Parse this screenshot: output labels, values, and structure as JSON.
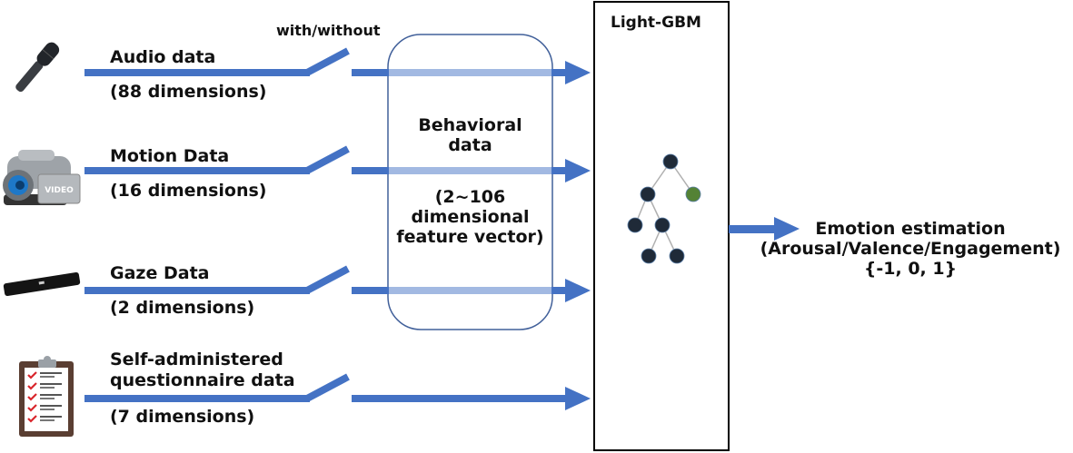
{
  "colors": {
    "line": "#4472c4",
    "line_light": "#a2b9e2",
    "box_border": "#000000",
    "container_border": "#41609a",
    "node_dark": "#1f2a38",
    "node_leaf": "#548235",
    "edge": "#b0b0b0"
  },
  "switch_label": "with/without",
  "inputs": [
    {
      "icon": "microphone-icon",
      "name": "Audio data",
      "dims": "(88 dimensions)"
    },
    {
      "icon": "video-camera-icon",
      "name": "Motion Data",
      "dims": "(16 dimensions)"
    },
    {
      "icon": "eye-tracker-icon",
      "name": "Gaze Data",
      "dims": "(2 dimensions)"
    },
    {
      "icon": "clipboard-checklist-icon",
      "name_line1": "Self-administered",
      "name_line2": "questionnaire data",
      "dims": "(7 dimensions)"
    }
  ],
  "behavioral": {
    "title_line1": "Behavioral",
    "title_line2": "data",
    "desc_line1": "(2~106",
    "desc_line2": "dimensional",
    "desc_line3": "feature vector)"
  },
  "model": {
    "title": "Light-GBM",
    "icon": "decision-tree-icon"
  },
  "output": {
    "line1": "Emotion estimation",
    "line2": "(Arousal/Valence/Engagement)",
    "line3": "{-1, 0, 1}"
  }
}
